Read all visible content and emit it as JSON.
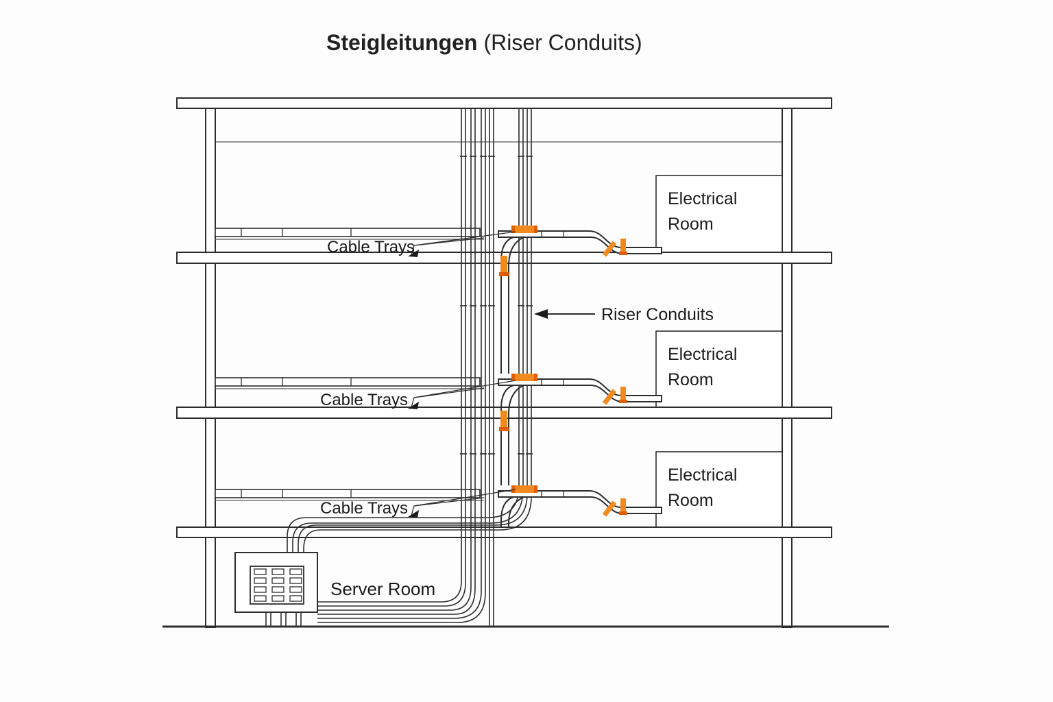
{
  "title": {
    "main": "Steigleitungen",
    "sub": "(Riser Conduits)"
  },
  "labels": {
    "riser_conduits": "Riser Conduits",
    "server_room": "Server Room",
    "cable_trays": [
      "Cable Trays",
      "Cable Trays",
      "Cable Trays"
    ],
    "electrical_rooms": [
      "Electrical Room",
      "Electrical Room",
      "Electrical Room"
    ]
  },
  "colors": {
    "line": "#2d2d2d",
    "accent_orange": "#F18A1E",
    "accent_orange_dark": "#E05E00",
    "text": "#1b1b1b",
    "background": "#fdfdfd"
  },
  "icons": {
    "server_rack": "server-rack-icon"
  }
}
